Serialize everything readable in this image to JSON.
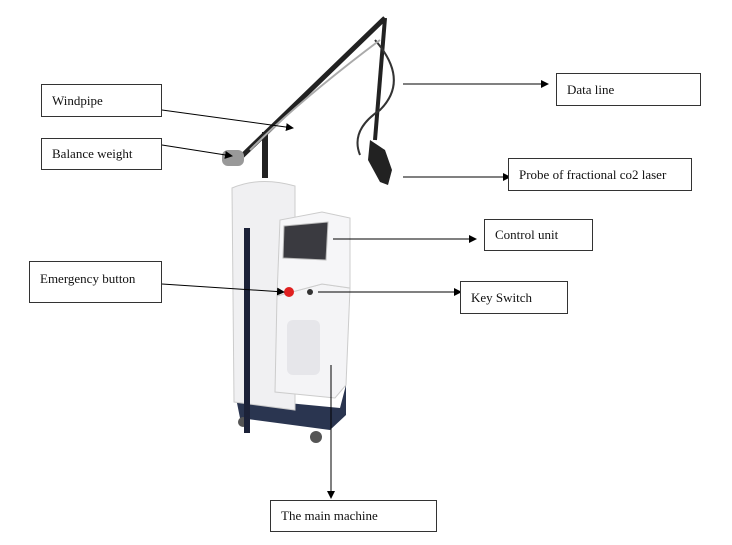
{
  "labels": {
    "windpipe": "Windpipe",
    "balance_weight": "Balance weight",
    "data_line": "Data line",
    "probe": "Probe of fractional co2 laser",
    "control_unit": "Control unit",
    "emergency_button": "Emergency button",
    "key_switch": "Key Switch",
    "main_machine": "The main machine"
  },
  "colors": {
    "emergency_button": "#e02020",
    "base_trim": "#2a3550",
    "body": "#f2f2f4"
  }
}
